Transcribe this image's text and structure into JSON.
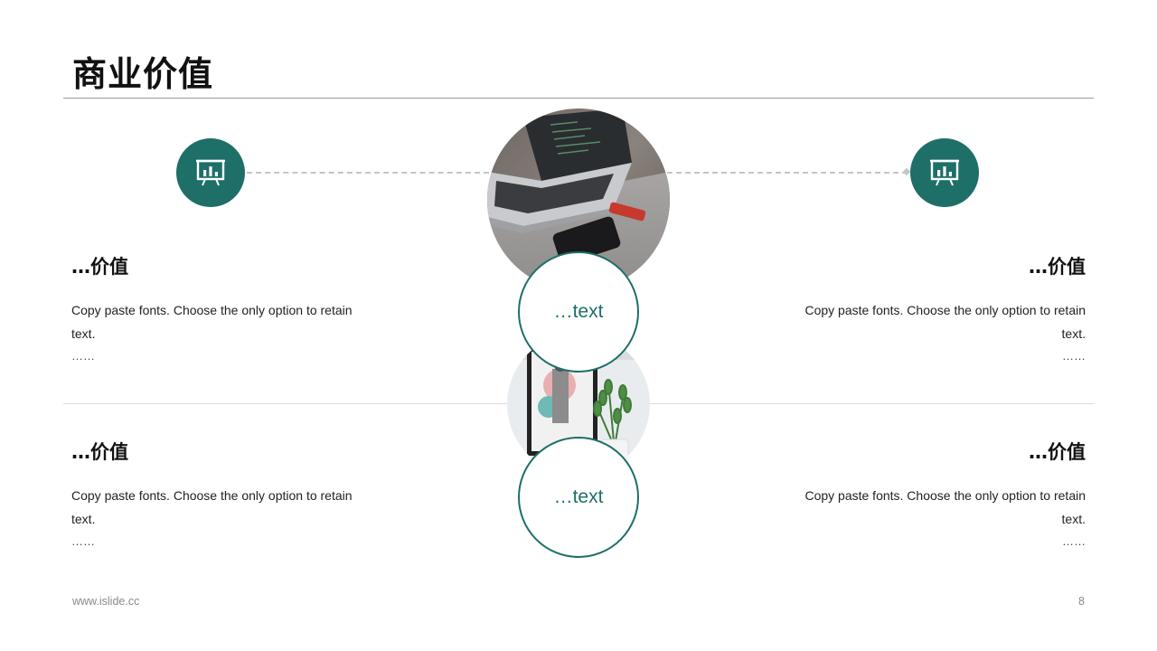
{
  "title": "商业价值",
  "theme": {
    "accent": "#1d6f68"
  },
  "icons": [
    "presentation-chart-icon",
    "presentation-chart-icon"
  ],
  "rings": [
    {
      "label": "…text"
    },
    {
      "label": "…text"
    }
  ],
  "blocks": [
    {
      "heading": "…价值",
      "body": "Copy paste fonts. Choose the only option to retain text.",
      "dots": "……"
    },
    {
      "heading": "…价值",
      "body": "Copy paste fonts. Choose the only option to retain text.",
      "dots": "……"
    },
    {
      "heading": "…价值",
      "body": "Copy paste fonts. Choose the only option to retain text.",
      "dots": "……"
    },
    {
      "heading": "…价值",
      "body": "Copy paste fonts. Choose the only option to retain text.",
      "dots": "……"
    }
  ],
  "footer": {
    "website": "www.islide.cc",
    "page_number": "8"
  }
}
